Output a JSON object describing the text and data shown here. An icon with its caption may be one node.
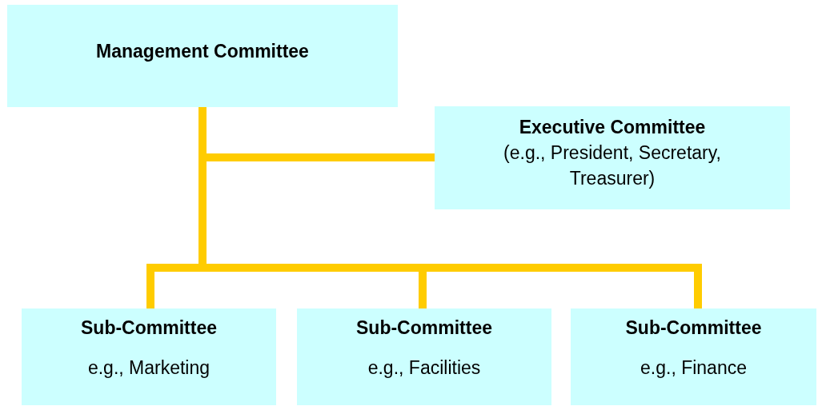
{
  "diagram": {
    "nodes": [
      {
        "text": [
          "Management Committee"
        ]
      },
      {
        "text": [
          "Executive Committee",
          "(e.g., President, Secretary, Treasurer)"
        ]
      },
      {
        "text": [
          "Sub-Committee",
          "e.g., Marketing"
        ]
      },
      {
        "text": [
          "Sub-Committee",
          "e.g., Facilities"
        ]
      },
      {
        "text": [
          "Sub-Committee",
          "e.g., Finance"
        ]
      }
    ],
    "edges": [
      {
        "from": 0,
        "to": 1,
        "arrow": "none"
      },
      {
        "from": 0,
        "to": 2,
        "arrow": "none"
      },
      {
        "from": 0,
        "to": 3,
        "arrow": "none"
      },
      {
        "from": 0,
        "to": 4,
        "arrow": "none"
      }
    ]
  }
}
